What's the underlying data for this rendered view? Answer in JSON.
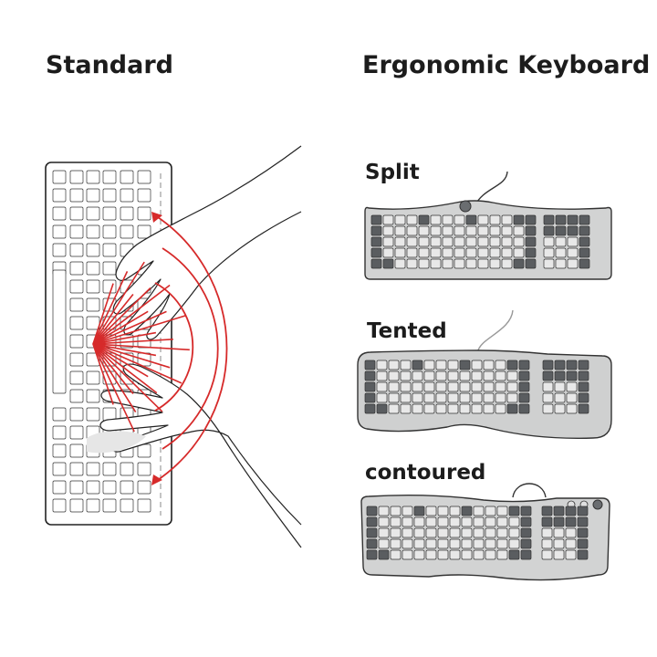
{
  "left_panel": {
    "title": "Standard"
  },
  "right_panel": {
    "title": "Ergonomic Keyboard",
    "variants": [
      {
        "label": "Split"
      },
      {
        "label": "Tented"
      },
      {
        "label": "contoured"
      }
    ]
  },
  "colors": {
    "ink": "#1c1c1c",
    "strain_arrows": "#d62a2a",
    "key_dark": "#5a5d60",
    "key_light": "#e8e8e8",
    "keyboard_body": "#cfd0d0"
  },
  "icons": {
    "standard": "standard-keyboard-with-hands-icon",
    "split": "split-keyboard-icon",
    "tented": "tented-keyboard-icon",
    "contoured": "contoured-keyboard-icon"
  }
}
